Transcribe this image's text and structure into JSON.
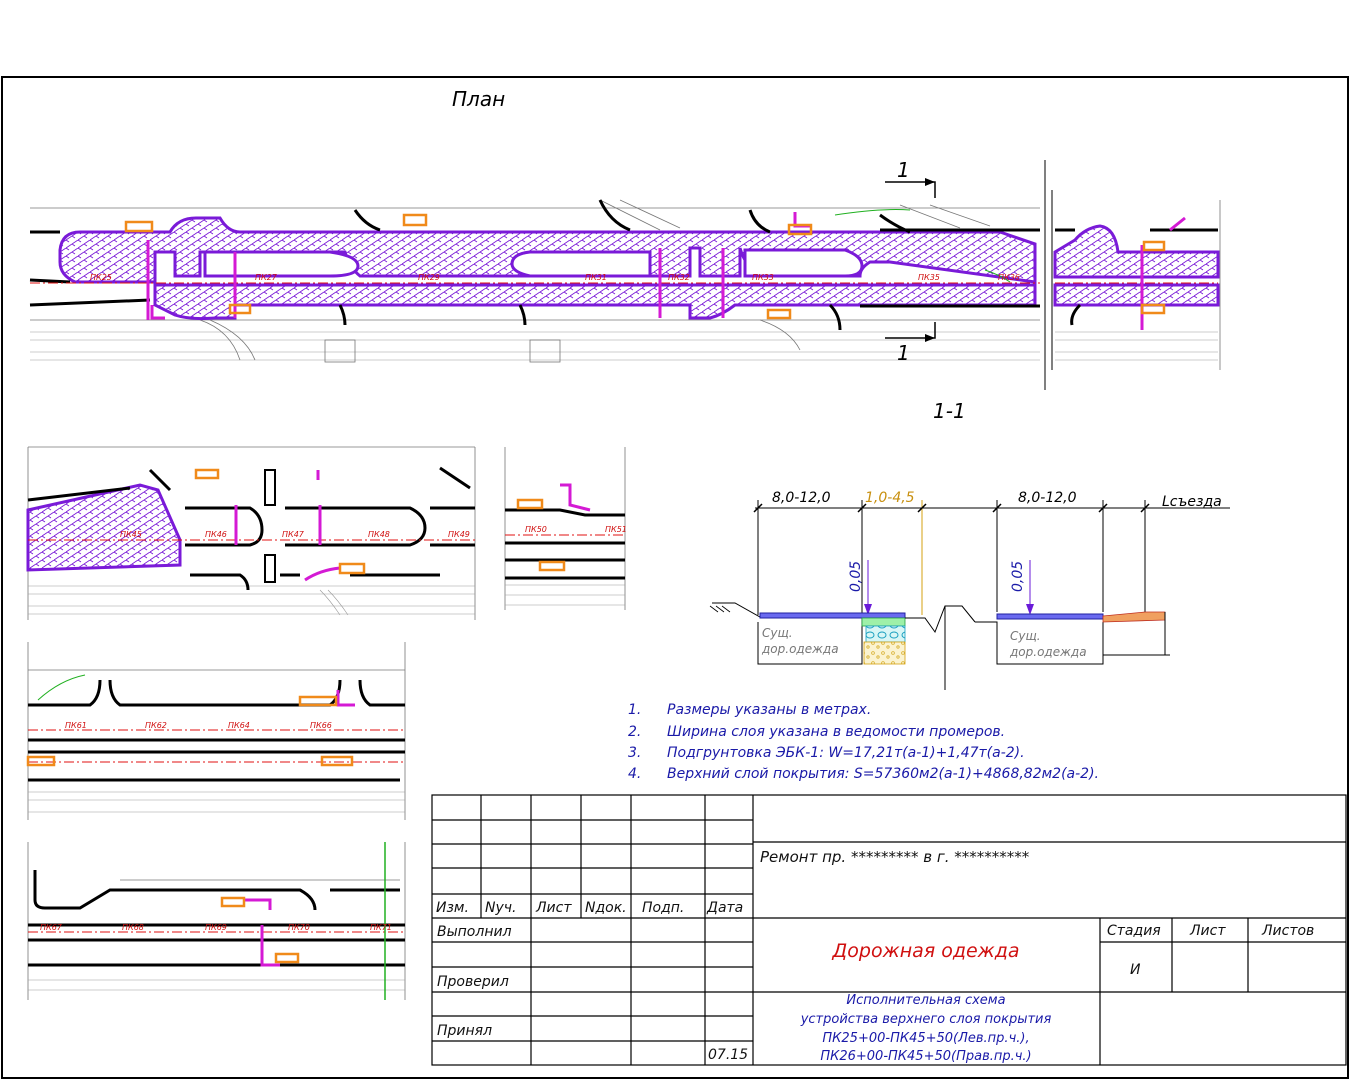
{
  "drawing": {
    "plan_title": "План",
    "section_marker": "1",
    "section_title": "1-1",
    "pk_labels_main": [
      "ПК25",
      "ПК27",
      "ПК29",
      "ПК31",
      "ПК32",
      "ПК33",
      "ПК35",
      "ПК36"
    ],
    "pk_labels_sub1": [
      "ПК45",
      "ПК46",
      "ПК47",
      "ПК48",
      "ПК49"
    ],
    "pk_labels_sub2": [
      "ПК50",
      "ПК51"
    ],
    "pk_labels_sub3": [
      "ПК61",
      "ПК62",
      "ПК64",
      "ПК66"
    ],
    "pk_labels_sub4": [
      "ПК67",
      "ПК68",
      "ПК69",
      "ПК70",
      "ПК71"
    ],
    "colors": {
      "hatch": "#7a1ad8",
      "axis": "#e01010",
      "notes": "#1a1aa8",
      "title_red": "#d01010",
      "marker": "#f08a1a",
      "pink": "#d41ad4"
    }
  },
  "section": {
    "dim_left": "8,0-12,0",
    "dim_mid": "1,0-4,5",
    "dim_right": "8,0-12,0",
    "dim_entry": "Lсъезда",
    "thickness_left": "0,05",
    "thickness_right": "0,05",
    "existing_left_1": "Сущ.",
    "existing_left_2": "дор.одежда",
    "existing_right_1": "Сущ.",
    "existing_right_2": "дор.одежда"
  },
  "notes": [
    {
      "num": "1.",
      "text": "Размеры указаны в метрах."
    },
    {
      "num": "2.",
      "text": "Ширина слоя указана в ведомости промеров."
    },
    {
      "num": "3.",
      "text": "Подгрунтовка ЭБК-1: W=17,21т(а-1)+1,47т(а-2)."
    },
    {
      "num": "4.",
      "text": "Верхний слой покрытия: S=57360м2(а-1)+4868,82м2(а-2)."
    }
  ],
  "title_block": {
    "headers": [
      "Изм.",
      "Nуч.",
      "Лист",
      "Nдок.",
      "Подп.",
      "Дата"
    ],
    "roles": [
      "Выполнил",
      "Проверил",
      "Принял"
    ],
    "date": "07.15",
    "project": "Ремонт пр. ********* в г. **********",
    "sheet_title": "Дорожная одежда",
    "stage_header": "Стадия",
    "sheet_header": "Лист",
    "sheets_header": "Листов",
    "stage_value": "И",
    "description_1": "Исполнительная схема",
    "description_2": "устройства верхнего слоя покрытия",
    "description_3": "ПК25+00-ПК45+50(Лев.пр.ч.),",
    "description_4": "ПК26+00-ПК45+50(Прав.пр.ч.)"
  }
}
